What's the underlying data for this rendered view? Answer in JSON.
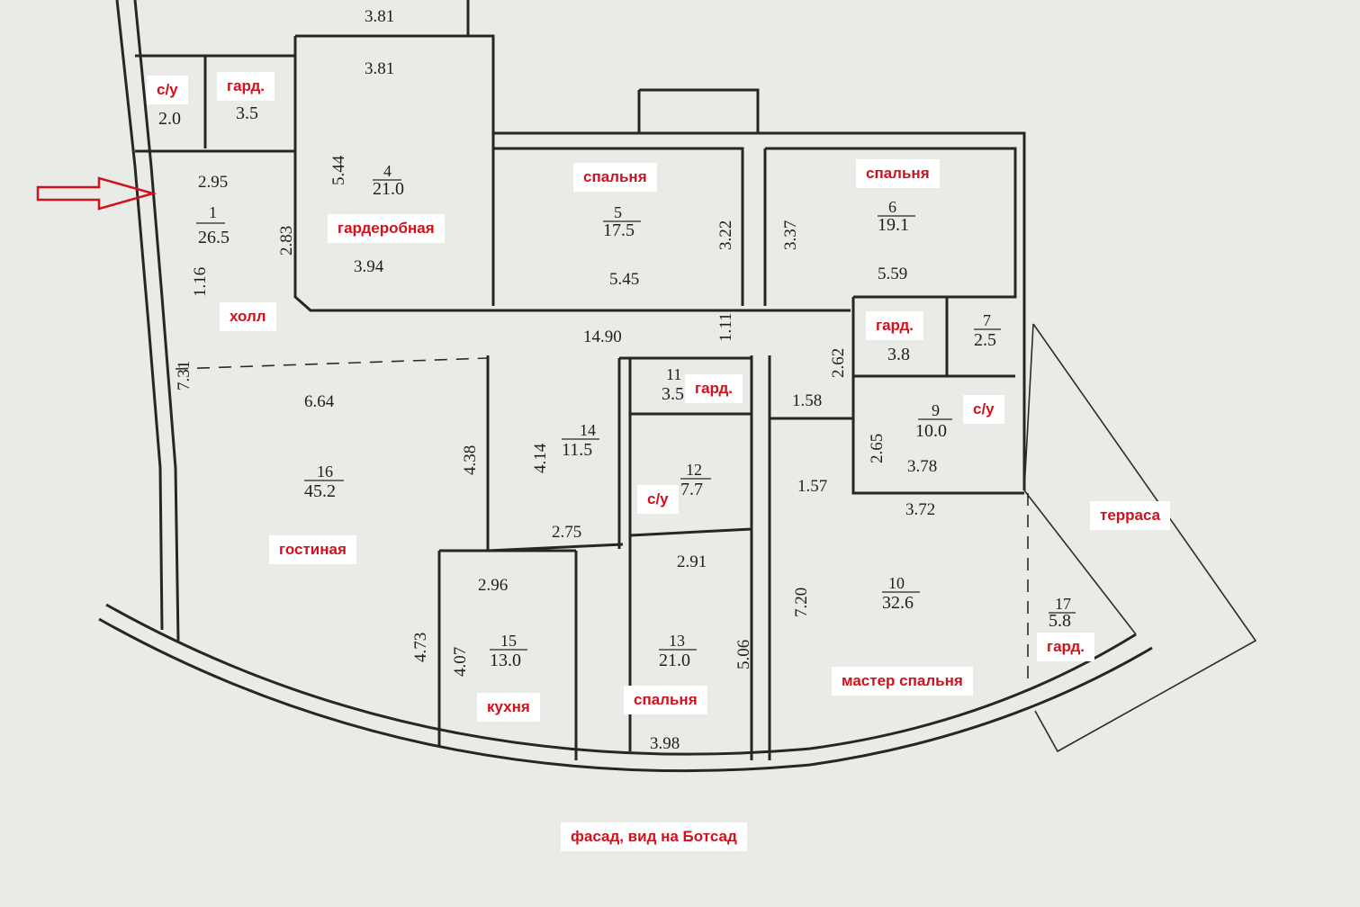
{
  "rooms": [
    {
      "id": "r2",
      "num": "",
      "area": "2.0",
      "label": "с/у"
    },
    {
      "id": "r3",
      "num": "",
      "area": "3.5",
      "label": "гард."
    },
    {
      "id": "r1",
      "num": "1",
      "area": "26.5",
      "label": "холл"
    },
    {
      "id": "r4",
      "num": "4",
      "area": "21.0",
      "label": "гардеробная"
    },
    {
      "id": "r5",
      "num": "5",
      "area": "17.5",
      "label": "спальня"
    },
    {
      "id": "r6",
      "num": "6",
      "area": "19.1",
      "label": "спальня"
    },
    {
      "id": "r8",
      "num": "",
      "area": "3.8",
      "label": "гард."
    },
    {
      "id": "r7",
      "num": "7",
      "area": "2.5",
      "label": ""
    },
    {
      "id": "r9",
      "num": "9",
      "area": "10.0",
      "label": "с/у"
    },
    {
      "id": "r11",
      "num": "11",
      "area": "3.5",
      "label": "гард."
    },
    {
      "id": "r12",
      "num": "12",
      "area": "7.7",
      "label": "с/у"
    },
    {
      "id": "r14",
      "num": "14",
      "area": "11.5",
      "label": ""
    },
    {
      "id": "r16",
      "num": "16",
      "area": "45.2",
      "label": "гостиная"
    },
    {
      "id": "r15",
      "num": "15",
      "area": "13.0",
      "label": "кухня"
    },
    {
      "id": "r13",
      "num": "13",
      "area": "21.0",
      "label": "спальня"
    },
    {
      "id": "r10",
      "num": "10",
      "area": "32.6",
      "label": "мастер спальня"
    },
    {
      "id": "r17",
      "num": "17",
      "area": "5.8",
      "label": "гард."
    }
  ],
  "extra_labels": {
    "terrace": "терраса",
    "facade": "фасад, вид на Ботсад"
  },
  "dimensions": [
    "3.81",
    "3.81",
    "2.95",
    "2.83",
    "1.16",
    "5.44",
    "3.94",
    "5.45",
    "3.22",
    "3.37",
    "5.59",
    "14.90",
    "1.11",
    "2.62",
    "1.58",
    "2.65",
    "3.78",
    "1.57",
    "3.72",
    "7.31",
    "6.64",
    "4.38",
    "4.14",
    "2.75",
    "2.96",
    "4.73",
    "4.07",
    "2.91",
    "5.06",
    "7.20",
    "3.98"
  ],
  "colors": {
    "label_text": "#d2111c",
    "label_bg": "#ffffff",
    "arrow": "#d2111c",
    "paper": "#e9ebe6",
    "ink": "#262626"
  }
}
